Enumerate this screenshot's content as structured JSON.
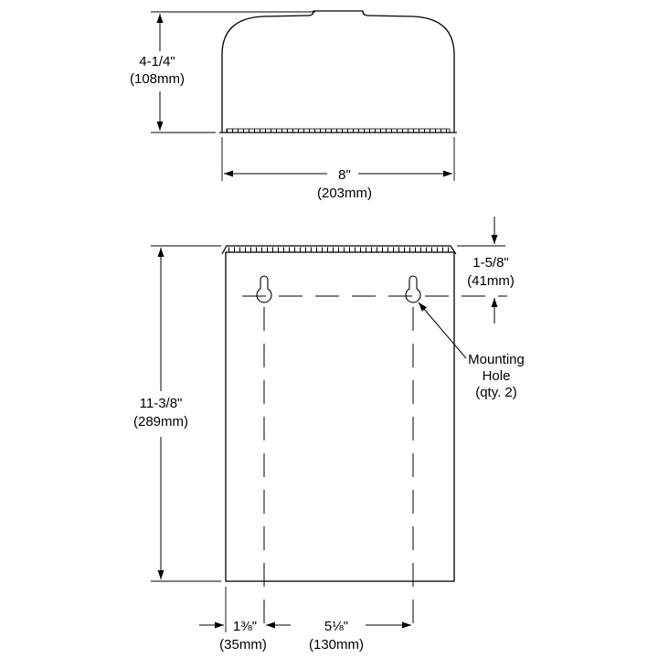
{
  "dimensions": {
    "top_height": {
      "imperial": "4-1/4\"",
      "metric": "(108mm)"
    },
    "top_width": {
      "imperial": "8\"",
      "metric": "(203mm)"
    },
    "hole_offset": {
      "imperial": "1-5/8\"",
      "metric": "(41mm)"
    },
    "front_height": {
      "imperial": "11-3/8\"",
      "metric": "(289mm)"
    },
    "left_offset": {
      "imperial": "1⅜\"",
      "metric": "(35mm)"
    },
    "hole_spacing": {
      "imperial": "5⅛\"",
      "metric": "(130mm)"
    }
  },
  "callout": {
    "line1": "Mounting",
    "line2": "Hole",
    "line3": "(qty. 2)"
  }
}
